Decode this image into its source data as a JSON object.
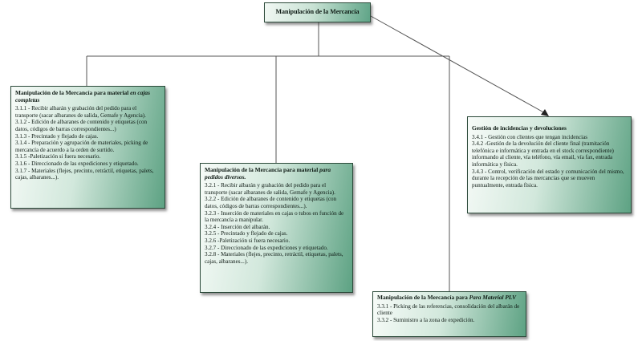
{
  "root": {
    "title": "Manipulación de la Mercancía"
  },
  "boxes": [
    {
      "title_normal": "Manipulación de la Mercancía para material ",
      "title_italic": "en cajas completas",
      "lines": [
        "3.1.1 - Recibir albarán y grabación del pedido para el transporte (sacar albaranes de salida, Gemafe y Agencia).",
        "3.1.2  - Edición de albaranes de contenido y etiquetas (con datos, códigos de barras correspondientes...)",
        "3.1.3 - Precintado y flejado de cajas.",
        "3.1.4 - Preparación y agrupación de materiales, picking de mercancía de acuerdo a la orden de surtido.",
        "3.1.5 -Paletización si fuera necesario.",
        "3.1.6 - Direccionado de las expediciones y etiquetado.",
        "3.1.7 - Materiales (flejes, precinto, retráctil, etiquetas, palets, cajas, albaranes...)."
      ]
    },
    {
      "title_normal": "Manipulación de la Mercancía para material ",
      "title_italic": "para pedidos diversos.",
      "lines": [
        "3.2.1 - Recibir albarán y grabación del pedido para el transporte (sacar albaranes de salida, Gemafe y Agencia).",
        "3.2.2  - Edición de albaranes de contenido y etiquetas (con datos, códigos de barras correspondientes...).",
        "3.2.3 - Inserción de materiales en cajas o tubos en función de la mercancía a manipular.",
        "3.2.4 - Inserción del albarán.",
        "3.2.5 - Precintado y flejado de cajas.",
        "3.2.6 -Paletización si fuera necesario.",
        "3.2.7 - Direccionado de las expediciones y etiquetado.",
        "3.2.8 - Materiales (flejes, precinto, retráctil, etiquetas, palets, cajas, albaranes...)."
      ]
    },
    {
      "title_normal": "Manipulación de la Mercancía para ",
      "title_italic": "Para Material PLV",
      "lines": [
        "3.3.1 - Picking de las referencias, consolidación del albarán de cliente",
        "3.3.2 - Suministro a la zona de expedición."
      ]
    },
    {
      "title_normal": "Gestión de incidencias y devoluciones",
      "title_italic": "",
      "lines": [
        "3.4.1 - Gestión con clientes que tengan incidencias",
        "3.4.2 -Gestión de la devolución del cliente final (tramitación telefónica e informática y entrada  en el stock correspondiente) informando al cliente, vía teléfono, vía email, vía fax, entrada informática y física.",
        "3.4.3 - Control, verificación del estado y comunicación del mismo, durante la recepción de las mercancías que se mueven puntualmente, entrada física."
      ]
    }
  ]
}
